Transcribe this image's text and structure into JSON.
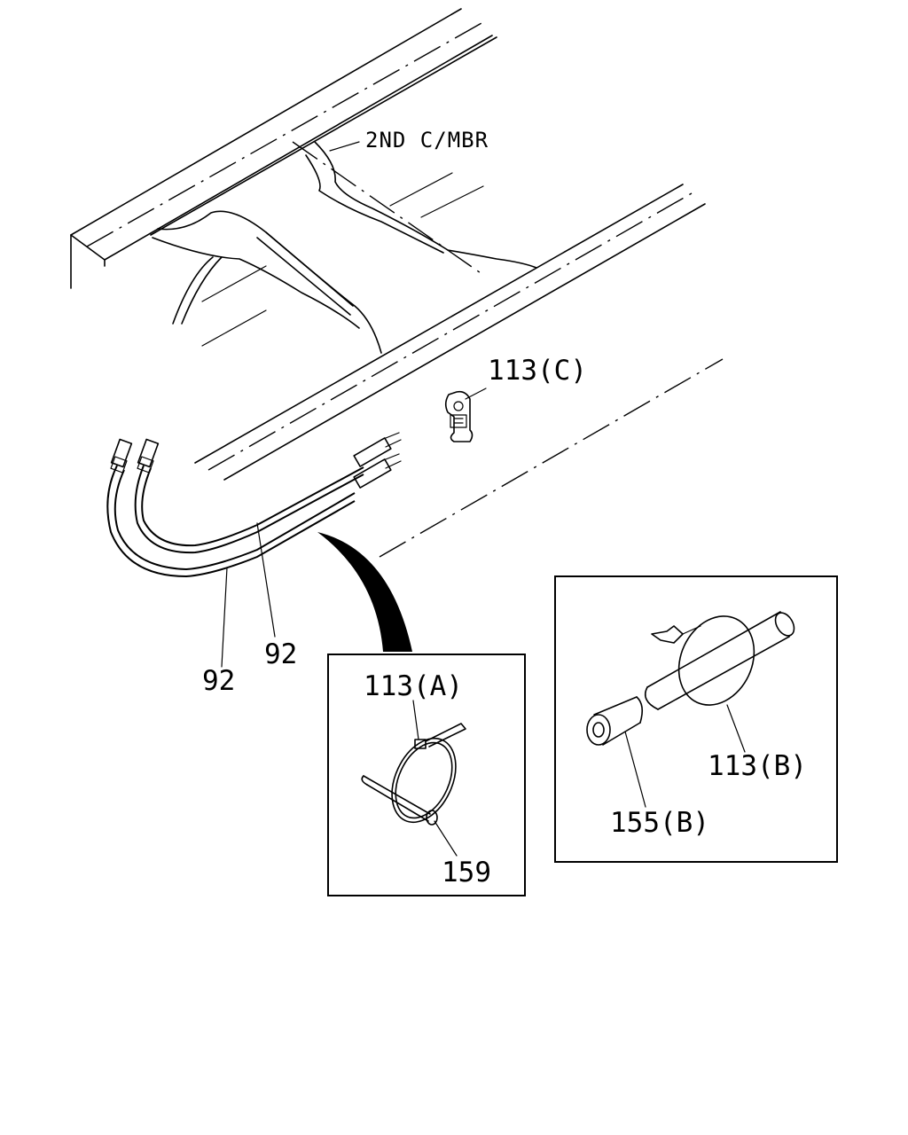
{
  "labels": {
    "second_crossmember": "2ND C/MBR",
    "clip_c": "113(C)",
    "hose_inner": "92",
    "hose_outer": "92",
    "band_a": "113(A)",
    "part_159": "159",
    "band_b": "113(B)",
    "tube_155b": "155(B)"
  }
}
